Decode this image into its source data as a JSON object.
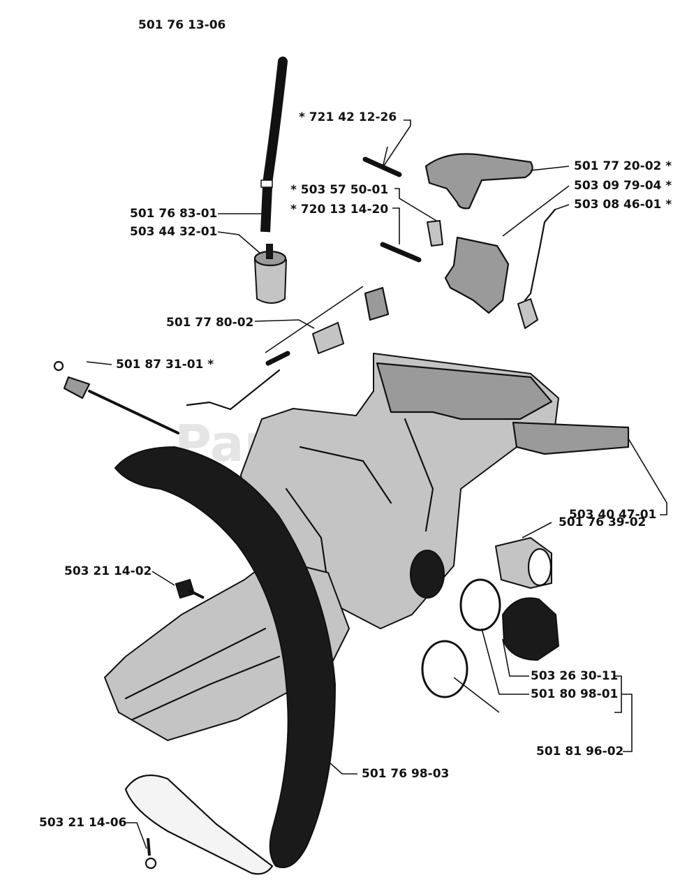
{
  "watermark": "PartsTre",
  "labels": {
    "fuel_hose_top": "501 76 13-06",
    "pin_721": "* 721 42 12-26",
    "trigger_501": "501 77 20-02 *",
    "lever_503": "503 09 79-04 *",
    "spring_503": "503 08 46-01 *",
    "clip_503": "* 503 57 50-01",
    "pin_720": "* 720 13 14-20",
    "hose_501": "501 76 83-01",
    "filter_503": "503 44 32-01",
    "plate_501": "501 77 80-02",
    "rod_501": "501 87 31-01 *",
    "handle_503": "503 40 47-01",
    "plug_501": "501 76 39-02",
    "screw_502114": "503 21 14-02",
    "oring_503": "503 26 30-11",
    "cap_501": "501 80 98-01",
    "capset_501": "501 81 96-02",
    "bar_501": "501 76 98-03",
    "screw_502106": "503 21 14-06"
  }
}
